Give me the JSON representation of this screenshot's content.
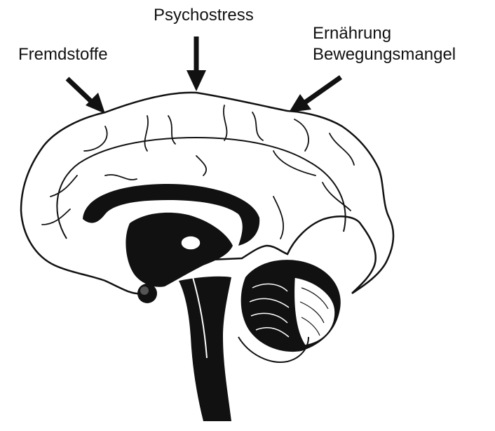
{
  "labels": {
    "fremdstoffe": "Fremdstoffe",
    "psychostress": "Psychostress",
    "ernaehrung": "Ernährung",
    "bewegungsmangel": "Bewegungsmangel"
  },
  "colors": {
    "ink": "#111111",
    "paper": "#ffffff"
  }
}
